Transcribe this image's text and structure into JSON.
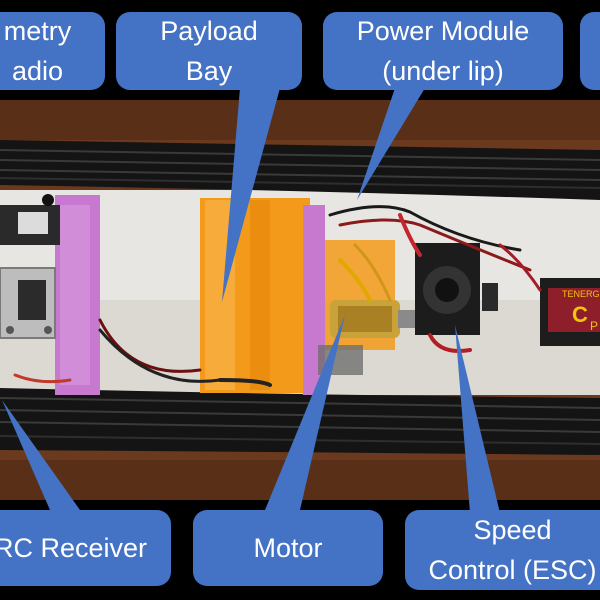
{
  "callouts": {
    "telemetry": {
      "line1": "metry",
      "line2": "adio"
    },
    "payload": {
      "line1": "Payload",
      "line2": "Bay"
    },
    "power": {
      "line1": "Power Module",
      "line2": "(under lip)"
    },
    "rc_receiver": {
      "line1": "RC Receiver"
    },
    "motor": {
      "line1": "Motor"
    },
    "esc": {
      "line1": "Speed",
      "line2": "Control (ESC)"
    }
  },
  "battery_label": {
    "brand": "TENERGY",
    "mark": "C",
    "sub": "P"
  },
  "colors": {
    "callout_fill": "#4472C4",
    "background": "#000000",
    "wood": "#6B3A1E",
    "foam_black": "#1b1b1b",
    "tray": "#e9e7e3",
    "orange_film": "#f39a1a",
    "purple_mount": "#c779d0"
  }
}
